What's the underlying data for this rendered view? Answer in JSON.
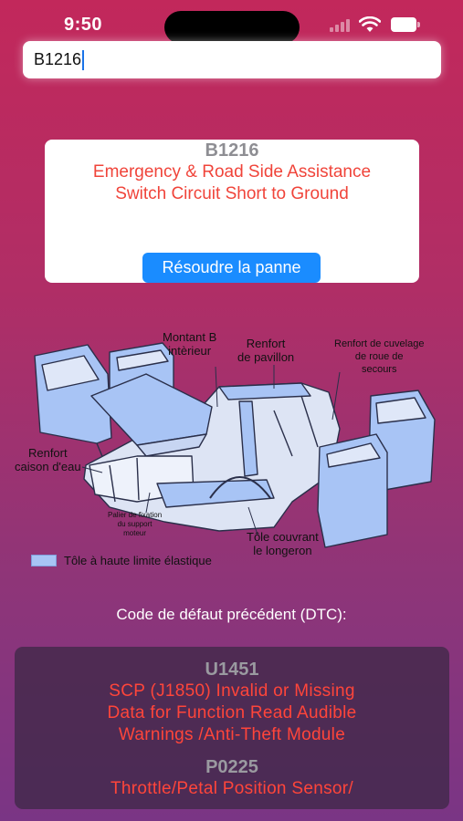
{
  "status_bar": {
    "time": "9:50"
  },
  "search": {
    "value": "B1216"
  },
  "result": {
    "code": "B1216",
    "description": "Emergency & Road Side Assistance Switch Circuit Short to Ground",
    "description_line1": "Emergency & Road Side Assistance",
    "description_line2": "Switch Circuit Short to Ground",
    "button_label": "Résoudre la panne"
  },
  "diagram": {
    "labels": {
      "montant_b_1": "Montant B",
      "montant_b_2": "intèrieur",
      "renfort_pavillon_1": "Renfort",
      "renfort_pavillon_2": "de pavillon",
      "renfort_cuvelage_1": "Renfort de cuvelage",
      "renfort_cuvelage_2": "de roue de",
      "renfort_cuvelage_3": "secours",
      "renfort_caison_1": "Renfort",
      "renfort_caison_2": "caison d'eau",
      "palier_1": "Palier de fixation",
      "palier_2": "du support",
      "palier_3": "moteur",
      "tole_1": "Tôle couvrant",
      "tole_2": "le longeron"
    },
    "legend": "Tôle à haute limite élastique",
    "highlight_color": "#a8c4f5"
  },
  "previous": {
    "title": "Code de défaut précédent (DTC):",
    "items": [
      {
        "code": "U1451",
        "lines": [
          "SCP (J1850) Invalid or Missing",
          "Data for Function Read Audible",
          "Warnings /Anti-Theft Module"
        ]
      },
      {
        "code": "P0225",
        "lines": [
          "Throttle/Petal Position Sensor/"
        ]
      }
    ]
  }
}
